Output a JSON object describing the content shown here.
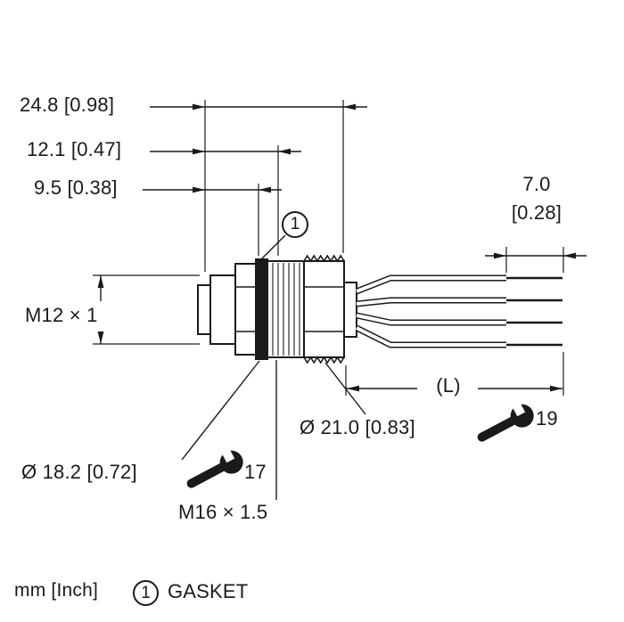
{
  "units": {
    "label": "mm [Inch]"
  },
  "legend": {
    "number": "1",
    "label": "GASKET"
  },
  "callout": {
    "number": "1"
  },
  "dims": {
    "overall_length": "24.8 [0.98]",
    "hex_length": "12.1 [0.47]",
    "thread_length": "9.5 [0.38]",
    "tip_length_mm": "7.0",
    "tip_length_inch": "[0.28]",
    "front_thread": "M12 × 1",
    "wire_length": "(L)",
    "nut_diameter": "Ø 21.0 [0.83]",
    "wrench_back": "19",
    "gasket_diameter": "Ø 18.2 [0.72]",
    "wrench_front": "17",
    "back_thread": "M16 × 1.5"
  },
  "icons": {
    "wrench_front": "wrench-icon",
    "wrench_back": "wrench-icon"
  },
  "colors": {
    "line": "#1a1a1a",
    "background": "#ffffff"
  }
}
